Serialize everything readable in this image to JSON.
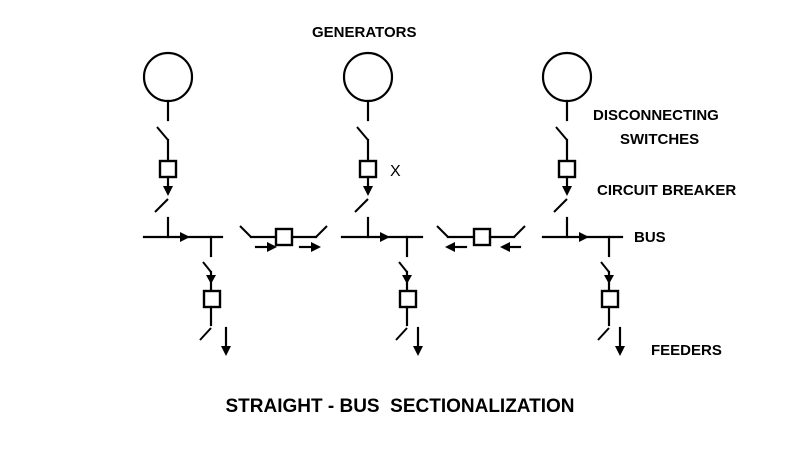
{
  "labels": {
    "generators": "GENERATORS",
    "disconnecting_1": "DISCONNECTING",
    "disconnecting_2": "SWITCHES",
    "circuit_breaker": "CIRCUIT BREAKER",
    "bus": "BUS",
    "feeders": "FEEDERS",
    "breaker_x": "X"
  },
  "title": "STRAIGHT - BUS  SECTIONALIZATION",
  "colors": {
    "line": "#000000",
    "background": "#ffffff"
  }
}
